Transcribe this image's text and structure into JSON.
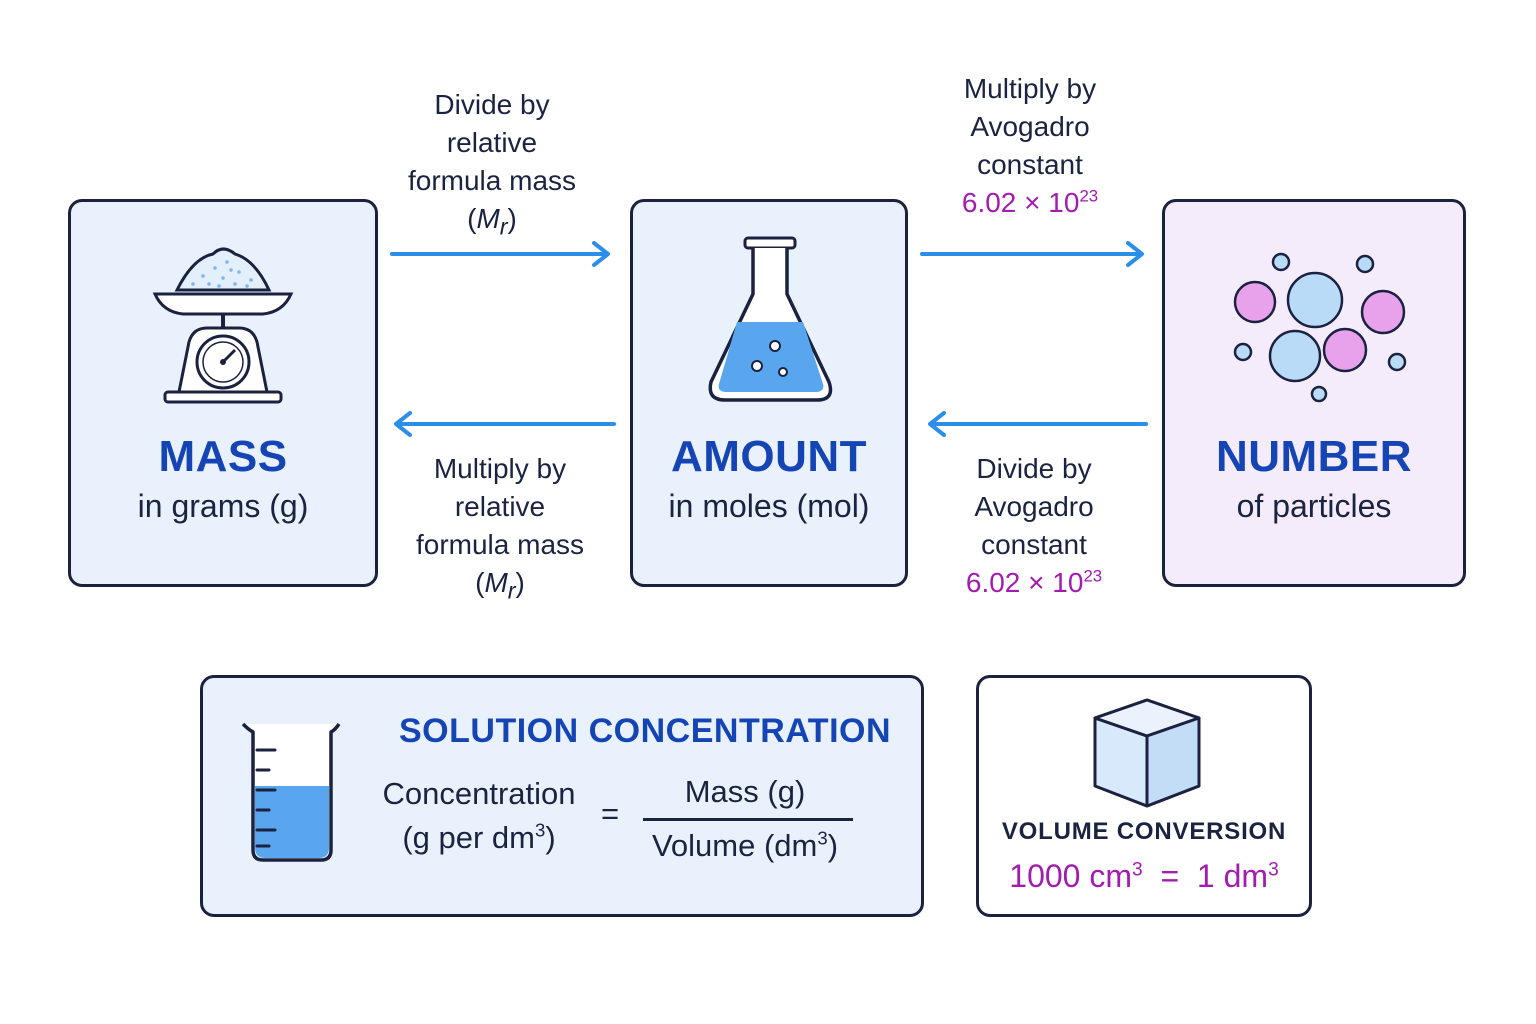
{
  "mass_box": {
    "title": "MASS",
    "subtitle": "in grams (g)",
    "icon": "kitchen-scale-icon"
  },
  "amount_box": {
    "title": "AMOUNT",
    "subtitle": "in moles (mol)",
    "icon": "conical-flask-icon"
  },
  "number_box": {
    "title": "NUMBER",
    "subtitle": "of particles",
    "icon": "particles-icon"
  },
  "arrows": {
    "mass_to_amount": {
      "lines": [
        "Divide by",
        "relative",
        "formula mass"
      ],
      "symbol_open": "(",
      "symbol_main": "M",
      "symbol_sub": "r",
      "symbol_close": ")"
    },
    "amount_to_mass": {
      "lines": [
        "Multiply by",
        "relative",
        "formula mass"
      ],
      "symbol_open": "(",
      "symbol_main": "M",
      "symbol_sub": "r",
      "symbol_close": ")"
    },
    "amount_to_number": {
      "lines": [
        "Multiply by",
        "Avogadro",
        "constant"
      ],
      "constant_base": "6.02 × 10",
      "constant_exp": "23"
    },
    "number_to_amount": {
      "lines": [
        "Divide by",
        "Avogadro",
        "constant"
      ],
      "constant_base": "6.02 × 10",
      "constant_exp": "23"
    }
  },
  "concentration": {
    "title": "SOLUTION CONCENTRATION",
    "icon": "beaker-icon",
    "lhs_line1": "Concentration",
    "lhs_line2_base": "(g per dm",
    "lhs_line2_exp": "3",
    "lhs_line2_close": ")",
    "equals": "=",
    "numerator": "Mass (g)",
    "denominator_base": "Volume (dm",
    "denominator_exp": "3",
    "denominator_close": ")"
  },
  "volume_conversion": {
    "title": "VOLUME CONVERSION",
    "icon": "cube-icon",
    "lhs_base": "1000 cm",
    "lhs_exp": "3",
    "equals": "=",
    "rhs_base": "1 dm",
    "rhs_exp": "3"
  },
  "colors": {
    "title_blue": "#1545b5",
    "arrow_blue": "#2b8ee8",
    "constant_purple": "#a21caf",
    "box_blue": "#e9f2fc",
    "box_purple": "#f4ebfb"
  }
}
